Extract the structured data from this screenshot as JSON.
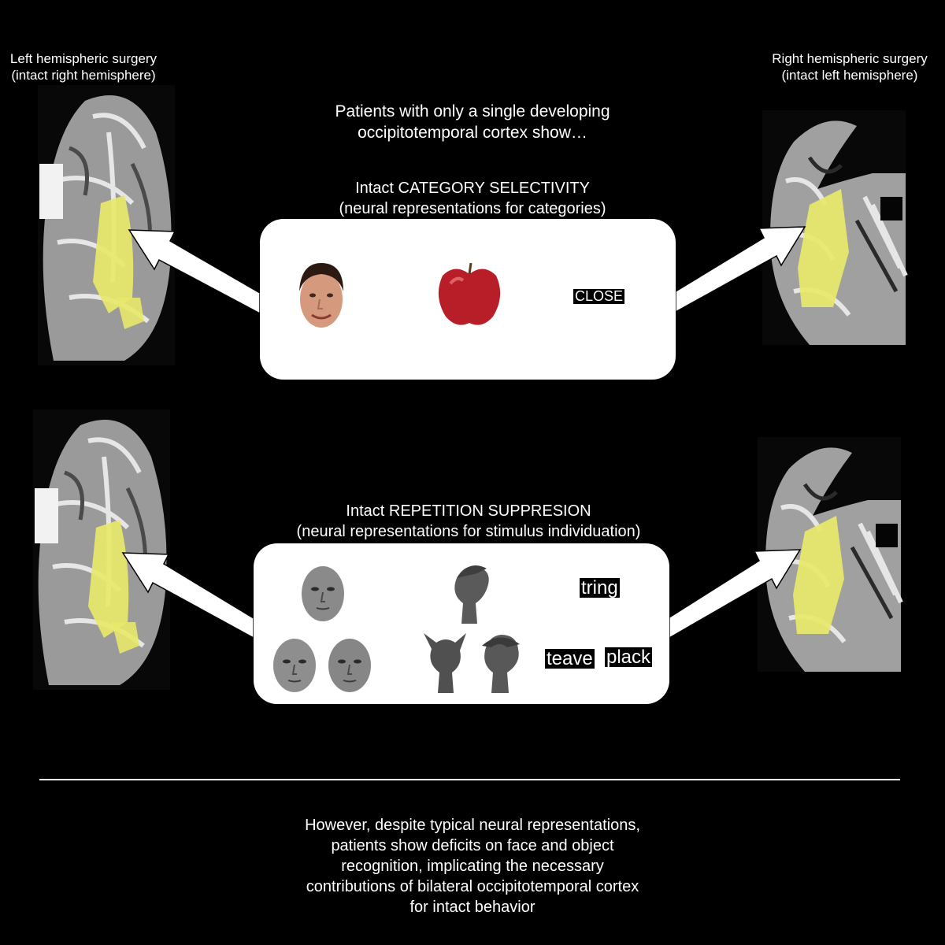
{
  "left_label": "Left hemispheric surgery\n(intact right hemisphere)",
  "right_label": "Right hemispheric surgery\n(intact left hemisphere)",
  "intro": "Patients with only a single developing\noccipitotemporal cortex show…",
  "category": {
    "title": "Intact CATEGORY SELECTIVITY\n(neural representations for categories)",
    "word": "CLOSE"
  },
  "repetition": {
    "title": "Intact REPETITION SUPPRESION\n(neural representations for stimulus individuation)",
    "words": [
      "tring",
      "teave",
      "plack"
    ]
  },
  "conclusion": "However, despite typical neural representations,\npatients show deficits on face and object\nrecognition, implicating the necessary\ncontributions of bilateral occipitotemporal cortex\nfor intact behavior",
  "colors": {
    "activation": "#e8e86a",
    "background": "#000000",
    "panel": "#ffffff"
  }
}
